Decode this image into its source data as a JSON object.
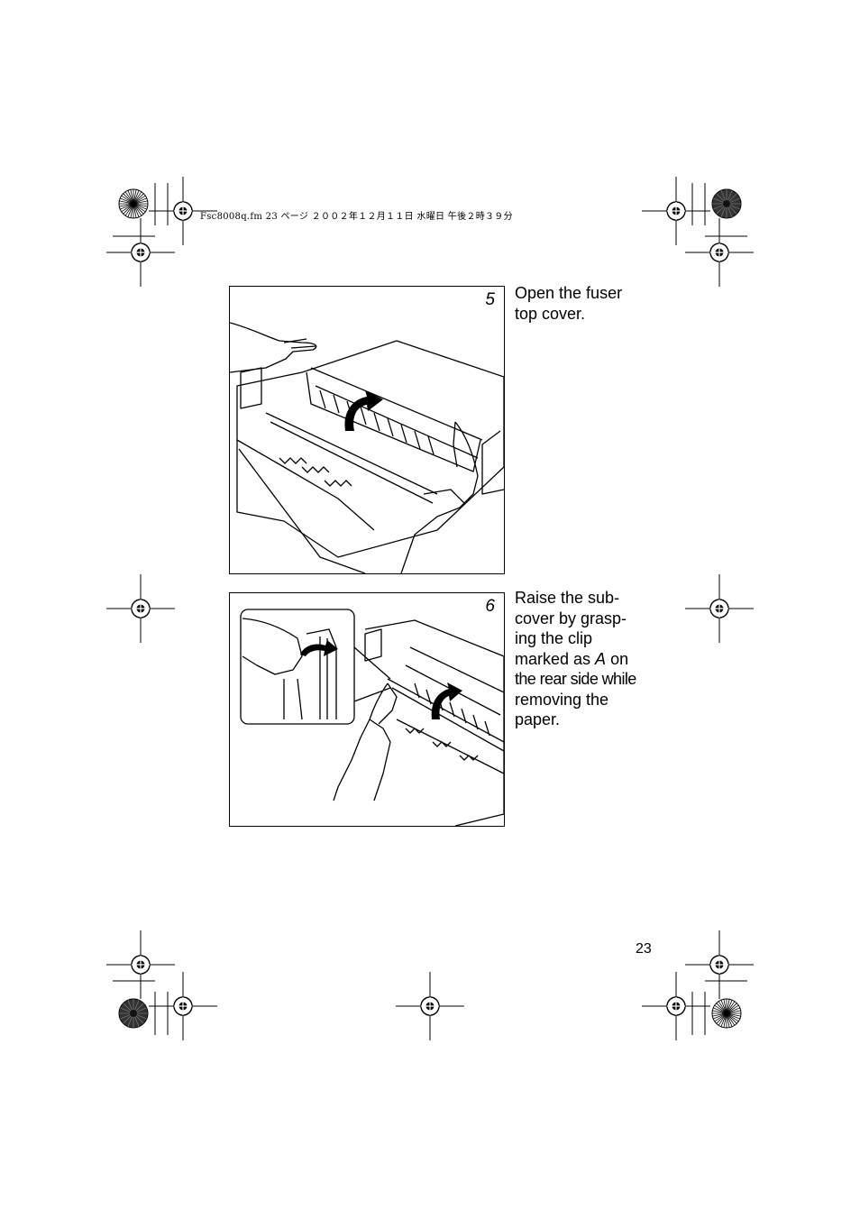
{
  "header": {
    "file_info": "Fsc8008q.fm  23 ページ  ２００２年１２月１１日  水曜日  午後２時３９分"
  },
  "steps": [
    {
      "number": "5",
      "lines": [
        "Open the fuser",
        "top cover."
      ]
    },
    {
      "number": "6",
      "lines": [
        "Raise the sub-",
        "cover by grasp-",
        "ing the clip",
        "marked as ",
        "A",
        " on",
        "the rear side while",
        "removing the",
        "paper."
      ]
    }
  ],
  "footer": {
    "page_number": "23"
  }
}
